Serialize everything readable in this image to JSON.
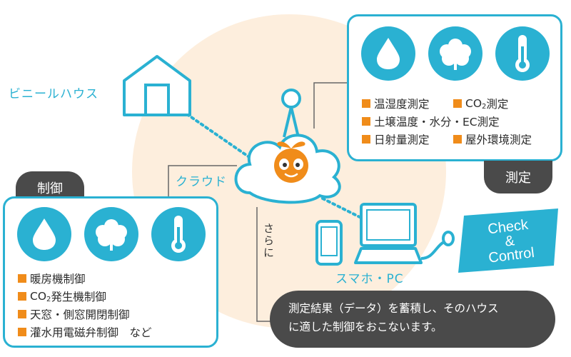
{
  "greenhouse_label": "ビニールハウス",
  "cloud_label": "クラウド",
  "devices_label": "スマホ・PC",
  "further_label": "さらに",
  "check_control": {
    "line1": "Check",
    "line2": "&",
    "line3": "Control"
  },
  "measurement": {
    "tag": "測定",
    "icons": [
      "water-drop-icon",
      "cotton-icon",
      "thermometer-icon"
    ],
    "items": [
      {
        "text": "温湿度測定"
      },
      {
        "text": "CO",
        "sub": "2",
        "tail": "測定"
      },
      {
        "text": "土壌温度・水分・EC測定"
      },
      {
        "text": "日射量測定"
      },
      {
        "text": "屋外環境測定"
      }
    ]
  },
  "control": {
    "tag": "制御",
    "icons": [
      "water-drop-icon",
      "cotton-icon",
      "thermometer-icon"
    ],
    "items": [
      {
        "text": "暖房機制御"
      },
      {
        "text": "CO",
        "sub": "2",
        "tail": "発生機制御"
      },
      {
        "text": "天窓・側窓開閉制御"
      },
      {
        "text": "灌水用電磁弁制御　など"
      }
    ]
  },
  "note": {
    "line1": "測定結果（データ）を蓄積し、そのハウス",
    "line2": "に適した制御をおこないます。"
  },
  "colors": {
    "accent": "#2ab1d2",
    "bullet": "#f08c1a",
    "dark": "#4a4a4a",
    "background_circle": "#fdeedd",
    "mascot": "#f08c1a"
  }
}
